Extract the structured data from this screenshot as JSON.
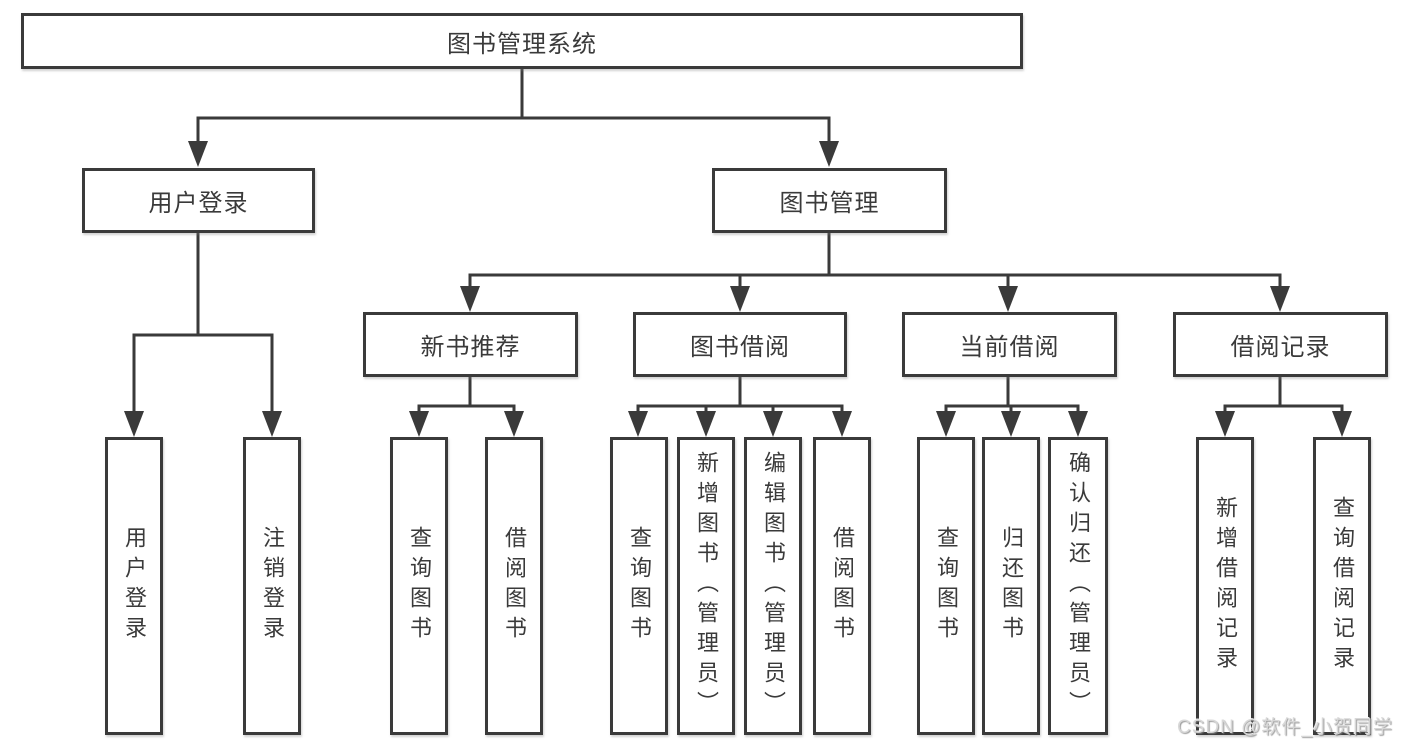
{
  "tree": {
    "label": "图书管理系统",
    "children": [
      {
        "label": "用户登录",
        "children": [
          {
            "label": "用户登录"
          },
          {
            "label": "注销登录"
          }
        ]
      },
      {
        "label": "图书管理",
        "children": [
          {
            "label": "新书推荐",
            "children": [
              {
                "label": "查询图书"
              },
              {
                "label": "借阅图书"
              }
            ]
          },
          {
            "label": "图书借阅",
            "children": [
              {
                "label": "查询图书"
              },
              {
                "label": "新增图书（管理员）"
              },
              {
                "label": "编辑图书（管理员）"
              },
              {
                "label": "借阅图书"
              }
            ]
          },
          {
            "label": "当前借阅",
            "children": [
              {
                "label": "查询图书"
              },
              {
                "label": "归还图书"
              },
              {
                "label": "确认归还（管理员）"
              }
            ]
          },
          {
            "label": "借阅记录",
            "children": [
              {
                "label": "新增借阅记录"
              },
              {
                "label": "查询借阅记录"
              }
            ]
          }
        ]
      }
    ]
  },
  "watermark": {
    "text": "CSDN @软件_小贺同学"
  },
  "colors": {
    "line": "#3a3a3a",
    "text": "#3a3a3a",
    "box_background": "#ffffff",
    "page_background": "#ffffff",
    "watermark": "#d7d7d7"
  }
}
